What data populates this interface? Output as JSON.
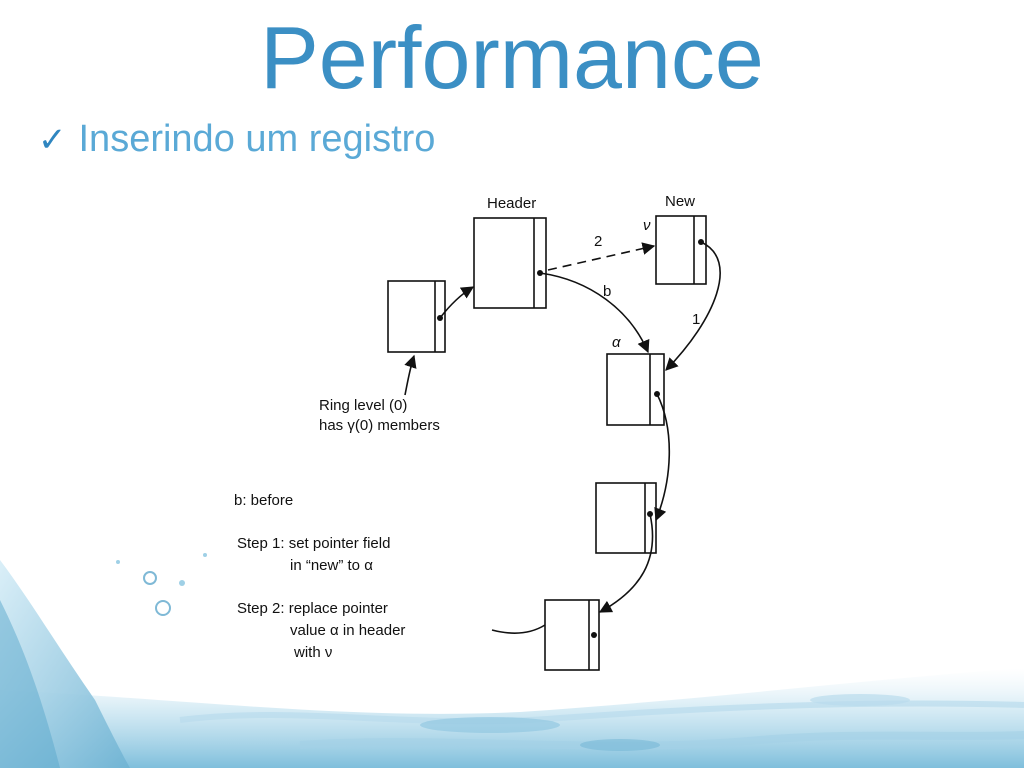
{
  "slide": {
    "title": "Performance",
    "bullet_icon": "checkmark-icon",
    "bullet_text": "Inserindo um registro"
  },
  "diagram": {
    "labels": {
      "header": "Header",
      "new": "New",
      "nu": "ν",
      "alpha": "α",
      "arrow_2": "2",
      "arrow_b": "b",
      "arrow_1": "1"
    },
    "ring_note": [
      "Ring level (0)",
      "has γ(0) members"
    ],
    "legend": [
      "b: before"
    ],
    "step1": [
      "Step 1: set pointer field",
      "in “new” to α"
    ],
    "step2": [
      "Step 2: replace pointer",
      "value α in header",
      "with ν"
    ]
  },
  "colors": {
    "title": "#3b8fc4",
    "bullet": "#5aa9d6",
    "water_light": "#cfe8f3",
    "water_mid": "#9fd0e6"
  }
}
